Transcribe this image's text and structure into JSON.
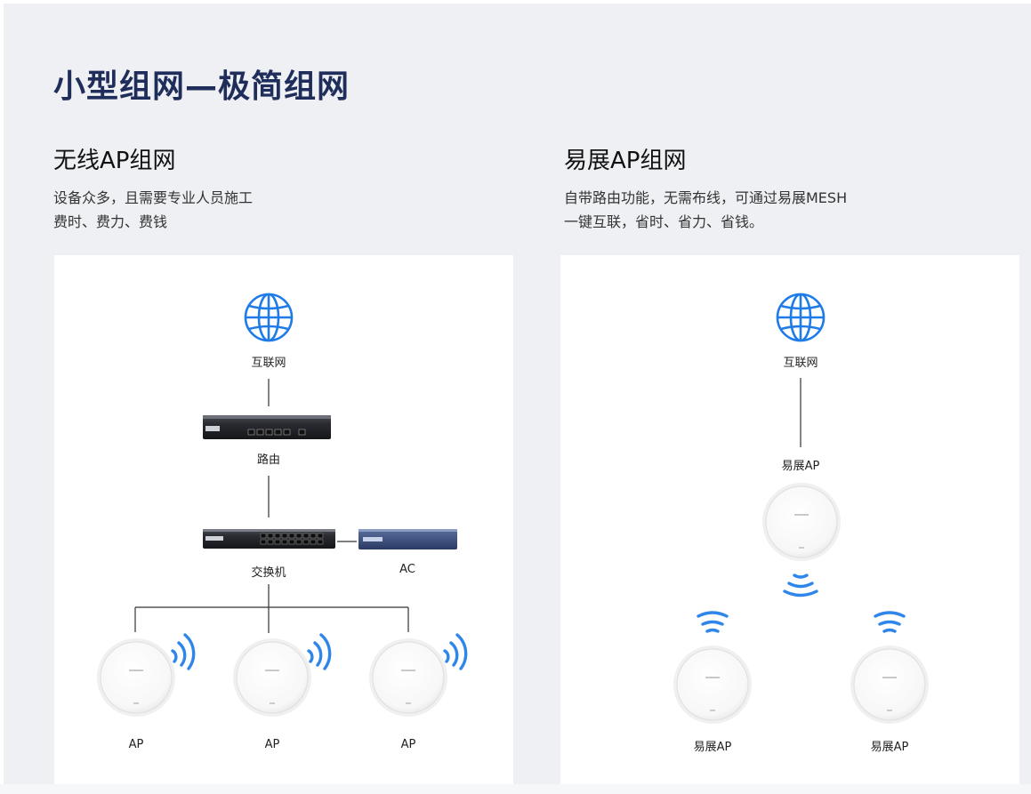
{
  "page": {
    "title": "小型组网—极简组网"
  },
  "left": {
    "title": "无线AP组网",
    "desc_lines": [
      "设备众多，且需要专业人员施工",
      "费时、费力、费钱"
    ],
    "internet_label": "互联网",
    "router_label": "路由",
    "switch_label": "交换机",
    "ac_label": "AC",
    "ap_labels": [
      "AP",
      "AP",
      "AP"
    ]
  },
  "right": {
    "title": "易展AP组网",
    "desc_lines": [
      "自带路由功能，无需布线，可通过易展MESH",
      "一键互联，省时、省力、省钱。"
    ],
    "internet_label": "互联网",
    "main_ap_label": "易展AP",
    "ap_labels": [
      "易展AP",
      "易展AP"
    ]
  },
  "colors": {
    "title": "#1f2d5a",
    "globe": "#1e7be8",
    "wifi": "#2f86ea",
    "background": "#eef0f4",
    "panel": "#ffffff"
  }
}
